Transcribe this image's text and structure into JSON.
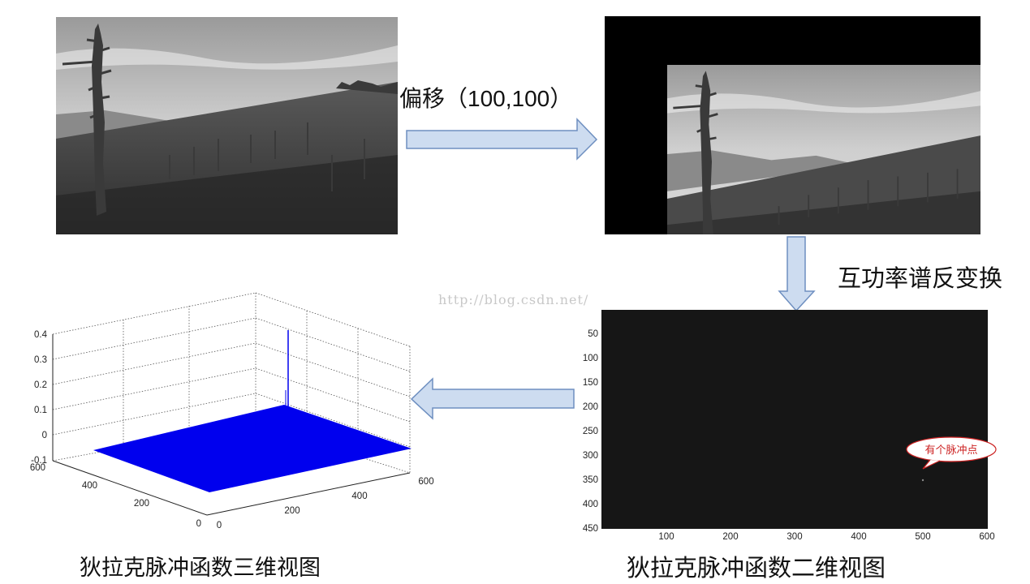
{
  "labels": {
    "shift": "偏移（100,100）",
    "ifft": "互功率谱反变换",
    "view3d": "狄拉克脉冲函数三维视图",
    "view2d": "狄拉克脉冲函数二维视图",
    "watermark": "http://blog.csdn.net/",
    "callout": "有个脉冲点"
  },
  "plot2d": {
    "y_ticks": [
      "50",
      "100",
      "150",
      "200",
      "250",
      "300",
      "350",
      "400",
      "450"
    ],
    "x_ticks": [
      "100",
      "200",
      "300",
      "400",
      "500",
      "600"
    ]
  },
  "plot3d": {
    "z_ticks": [
      "0.4",
      "0.3",
      "0.2",
      "0.1",
      "0",
      "-0.1"
    ],
    "x_ticks": [
      "0",
      "200",
      "400",
      "600"
    ],
    "y_ticks": [
      "600",
      "400",
      "200",
      "0"
    ]
  },
  "colors": {
    "arrow_fill": "#cddcf0",
    "arrow_stroke": "#6e8fc0",
    "surface": "#0000ee",
    "heatmap_bg": "#161616",
    "callout": "#cc2222"
  }
}
